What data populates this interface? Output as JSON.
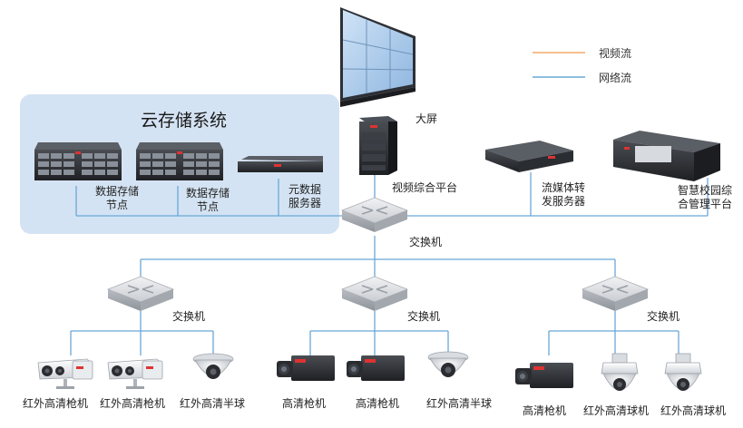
{
  "legend": {
    "video_stream": "视频流",
    "network_stream": "网络流",
    "video_color": "#f0a868",
    "network_color": "#6aa8d8"
  },
  "cloud": {
    "title": "云存储系统",
    "bg_color": "#d4e3f3",
    "storage_node_1": [
      "数据存储",
      "节点"
    ],
    "storage_node_2": [
      "数据存储",
      "节点"
    ],
    "metadata_server": [
      "元数据",
      "服务器"
    ]
  },
  "top": {
    "big_screen": "大屏",
    "video_platform": "视频综合平台",
    "streaming_server": [
      "流媒体转",
      "发服务器"
    ],
    "campus_platform": [
      "智慧校园综",
      "合管理平台"
    ],
    "core_switch": "交换机"
  },
  "branches": [
    {
      "switch": "交换机",
      "devices": [
        "红外高清枪机",
        "红外高清枪机",
        "红外高清半球"
      ]
    },
    {
      "switch": "交换机",
      "devices": [
        "高清枪机",
        "高清枪机",
        "红外高清半球"
      ]
    },
    {
      "switch": "交换机",
      "devices": [
        "高清枪机",
        "红外高清球机",
        "红外高清球机"
      ]
    }
  ]
}
